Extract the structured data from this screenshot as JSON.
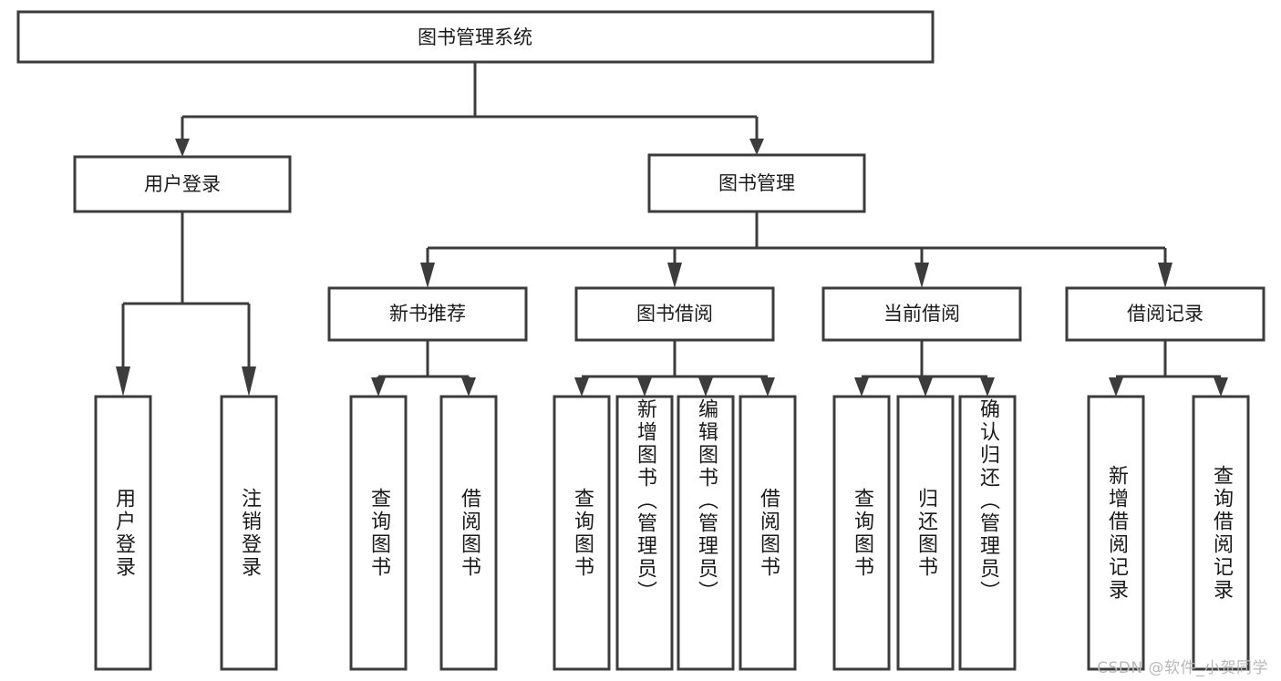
{
  "diagram": {
    "title": "图书管理系统",
    "type": "tree-hierarchy",
    "background_color": "#ffffff",
    "line_color": "#3c3c3c",
    "text_color": "#1a1a1a",
    "watermark": "CSDN @软件_小贺同学"
  },
  "root": {
    "label": "图书管理系统"
  },
  "level1": [
    {
      "label": "用户登录"
    },
    {
      "label": "图书管理"
    }
  ],
  "level2": [
    {
      "label": "新书推荐"
    },
    {
      "label": "图书借阅"
    },
    {
      "label": "当前借阅"
    },
    {
      "label": "借阅记录"
    }
  ],
  "leaves": {
    "user_login": [
      {
        "label": "用户登录"
      },
      {
        "label": "注销登录"
      }
    ],
    "new_book_recommend": [
      {
        "label": "查询图书"
      },
      {
        "label": "借阅图书"
      }
    ],
    "book_borrow": [
      {
        "label": "查询图书"
      },
      {
        "label": "新增图书（管理员）"
      },
      {
        "label": "编辑图书（管理员）"
      },
      {
        "label": "借阅图书"
      }
    ],
    "current_borrow": [
      {
        "label": "查询图书"
      },
      {
        "label": "归还图书"
      },
      {
        "label": "确认归还（管理员）"
      }
    ],
    "borrow_record": [
      {
        "label": "新增借阅记录"
      },
      {
        "label": "查询借阅记录"
      }
    ]
  }
}
